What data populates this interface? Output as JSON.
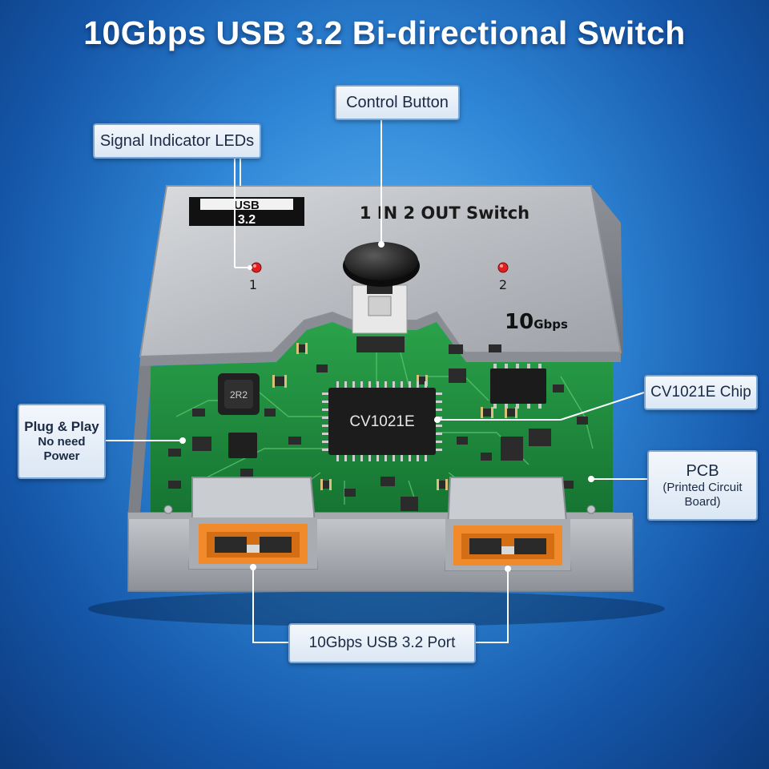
{
  "title": "10Gbps USB 3.2 Bi-directional Switch",
  "device": {
    "badge_line1": "USB",
    "badge_line2": "3.2",
    "switch_label": "1 IN 2 OUT Switch",
    "led1_label": "1",
    "led2_label": "2",
    "speed_big": "10",
    "speed_unit": "Gbps",
    "chip_label": "CV1021E",
    "inductor_label": "2R2"
  },
  "callouts": {
    "control_button": "Control Button",
    "signal_leds": "Signal Indicator LEDs",
    "plug_play_line1": "Plug & Play",
    "plug_play_line2": "No need",
    "plug_play_line3": "Power",
    "chip": "CV1021E Chip",
    "pcb_line1": "PCB",
    "pcb_line2": "(Printed Circuit",
    "pcb_line3": "Board)",
    "usb_port": "10Gbps USB 3.2 Port"
  },
  "colors": {
    "led": "#e02020",
    "pcb": "#1f8a3a",
    "port_inner": "#f08a2a",
    "housing": "#b9bcc1"
  }
}
